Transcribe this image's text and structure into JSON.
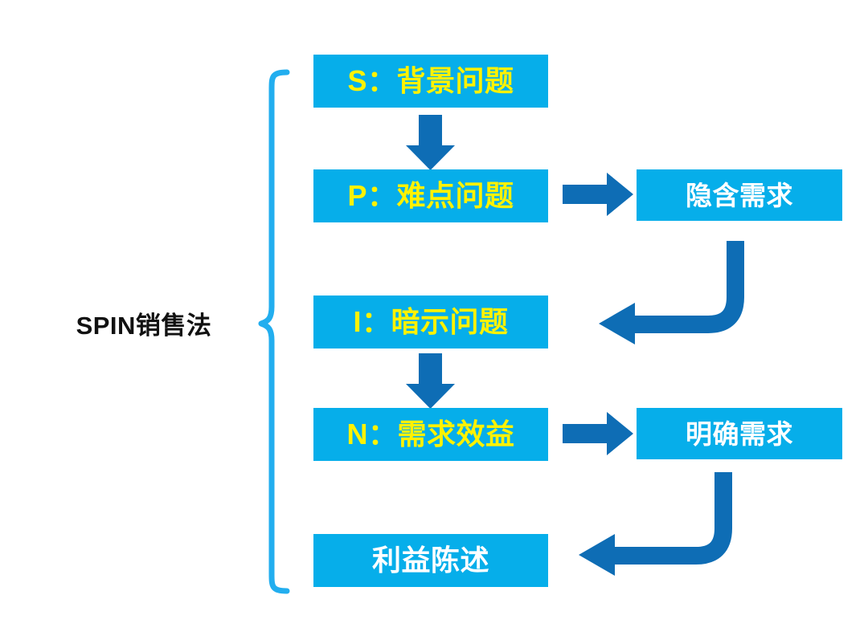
{
  "diagram": {
    "title_label": "SPIN销售法",
    "colors": {
      "box_fill": "#06AEEA",
      "box_text_accent": "#FFF200",
      "box_text_plain": "#FFFFFF",
      "arrow": "#0E6DB5",
      "brace": "#22AEEF",
      "label_text": "#111111",
      "background": "#FFFFFF"
    },
    "spin_steps": [
      {
        "label": "S：背景问题",
        "letter": "S",
        "text": "背景问题",
        "text_color": "#FFF200"
      },
      {
        "label": "P：难点问题",
        "letter": "P",
        "text": "难点问题",
        "text_color": "#FFF200"
      },
      {
        "label": "I：暗示问题",
        "letter": "I",
        "text": "暗示问题",
        "text_color": "#FFF200"
      },
      {
        "label": "N：需求效益",
        "letter": "N",
        "text": "需求效益",
        "text_color": "#FFF200"
      },
      {
        "label": "利益陈述",
        "letter": "",
        "text": "利益陈述",
        "text_color": "#FFFFFF"
      }
    ],
    "outcomes": [
      {
        "label": "隐含需求",
        "text_color": "#FFFFFF"
      },
      {
        "label": "明确需求",
        "text_color": "#FFFFFF"
      }
    ],
    "connectors": [
      {
        "name": "s-to-p",
        "type": "arrow-down"
      },
      {
        "name": "p-to-implicit",
        "type": "arrow-right"
      },
      {
        "name": "implicit-to-i",
        "type": "elbow-down-left"
      },
      {
        "name": "i-to-n",
        "type": "arrow-down"
      },
      {
        "name": "n-to-explicit",
        "type": "arrow-right"
      },
      {
        "name": "explicit-to-benefit",
        "type": "elbow-down-left"
      },
      {
        "name": "spin-grouping-brace",
        "type": "curly-brace-left"
      }
    ]
  }
}
